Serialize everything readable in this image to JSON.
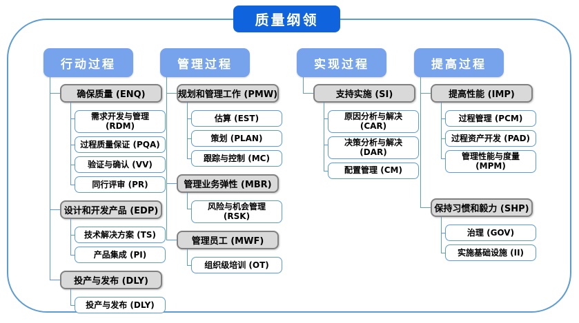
{
  "title": "质量纲领",
  "colors": {
    "title_bg": "#0f63dc",
    "column_header_bg": "#76a3eb",
    "connector_line": "#5b9bd5",
    "group_fill": "#d9d9d9",
    "group_border": "#808080",
    "leaf_border": "#5b9bd5"
  },
  "columns": [
    {
      "label": "行动过程",
      "groups": [
        {
          "label": "确保质量 (ENQ)",
          "children": [
            "需求开发与管理 (RDM)",
            "过程质量保证 (PQA)",
            "验证与确认 (VV)",
            "同行评审 (PR)"
          ]
        },
        {
          "label": "设计和开发产品 (EDP)",
          "children": [
            "技术解决方案 (TS)",
            "产品集成 (PI)"
          ]
        },
        {
          "label": "投产与发布 (DLY)",
          "children": [
            "投产与发布 (DLY)"
          ]
        }
      ]
    },
    {
      "label": "管理过程",
      "groups": [
        {
          "label": "规划和管理工作 (PMW)",
          "children": [
            "估算 (EST)",
            "策划 (PLAN)",
            "跟踪与控制 (MC)"
          ]
        },
        {
          "label": "管理业务弹性 (MBR)",
          "children": [
            "风险与机会管理 (RSK)"
          ]
        },
        {
          "label": "管理员工 (MWF)",
          "children": [
            "组织级培训 (OT)"
          ]
        }
      ]
    },
    {
      "label": "实现过程",
      "groups": [
        {
          "label": "支持实施 (SI)",
          "children": [
            "原因分析与解决 (CAR)",
            "决策分析与解决 (DAR)",
            "配置管理 (CM)"
          ]
        }
      ]
    },
    {
      "label": "提高过程",
      "groups": [
        {
          "label": "提高性能 (IMP)",
          "children": [
            "过程管理 (PCM)",
            "过程资产开发 (PAD)",
            "管理性能与度量 (MPM)"
          ]
        },
        {
          "label": "保持习惯和毅力 (SHP)",
          "children": [
            "治理 (GOV)",
            "实施基础设施 (II)"
          ]
        }
      ]
    }
  ]
}
